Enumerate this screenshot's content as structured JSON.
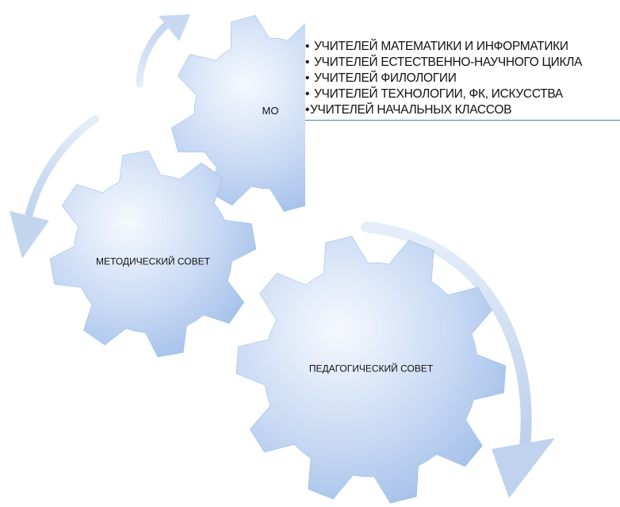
{
  "gears": {
    "mo": "МО",
    "methodical": "МЕТОДИЧЕСКИЙ СОВЕТ",
    "pedagogical": "ПЕДАГОГИЧЕСКИЙ СОВЕТ"
  },
  "mo_list": [
    "УЧИТЕЛЕЙ МАТЕМАТИКИ И ИНФОРМАТИКИ",
    "УЧИТЕЛЕЙ ЕСТЕСТВЕННО-НАУЧНОГО ЦИКЛА",
    "УЧИТЕЛЕЙ ФИЛОЛОГИИ",
    "УЧИТЕЛЕЙ ТЕХНОЛОГИИ, ФК, ИСКУССТВА",
    "УЧИТЕЛЕЙ НАЧАЛЬНЫХ КЛАССОВ"
  ],
  "colors": {
    "gear_light": "#f6f9fe",
    "gear_mid": "#c9daf4",
    "gear_dark": "#9fbde8",
    "arrow": "#d5e2f4",
    "divider": "#4a7eb6"
  }
}
